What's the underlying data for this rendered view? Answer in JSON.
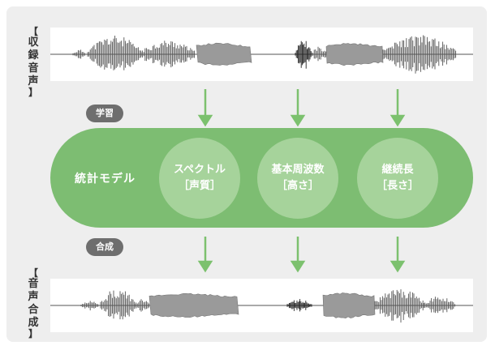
{
  "labels": {
    "recorded": "【収録音声】",
    "synthesized": "【音声合成】"
  },
  "steps": {
    "learning": "学習",
    "synthesis": "合成"
  },
  "model": {
    "title": "統計モデル",
    "features": [
      {
        "line1": "スペクトル",
        "line2": "［声質］"
      },
      {
        "line1": "基本周波数",
        "line2": "［高さ］"
      },
      {
        "line1": "継続長",
        "line2": "［長さ］"
      }
    ]
  },
  "colors": {
    "panel": "#eeeeee",
    "model_green": "#7dbd72",
    "circle_green": "#a6d39b",
    "arrow_green": "#7cc16e",
    "pill_gray": "#6e6e6e"
  }
}
